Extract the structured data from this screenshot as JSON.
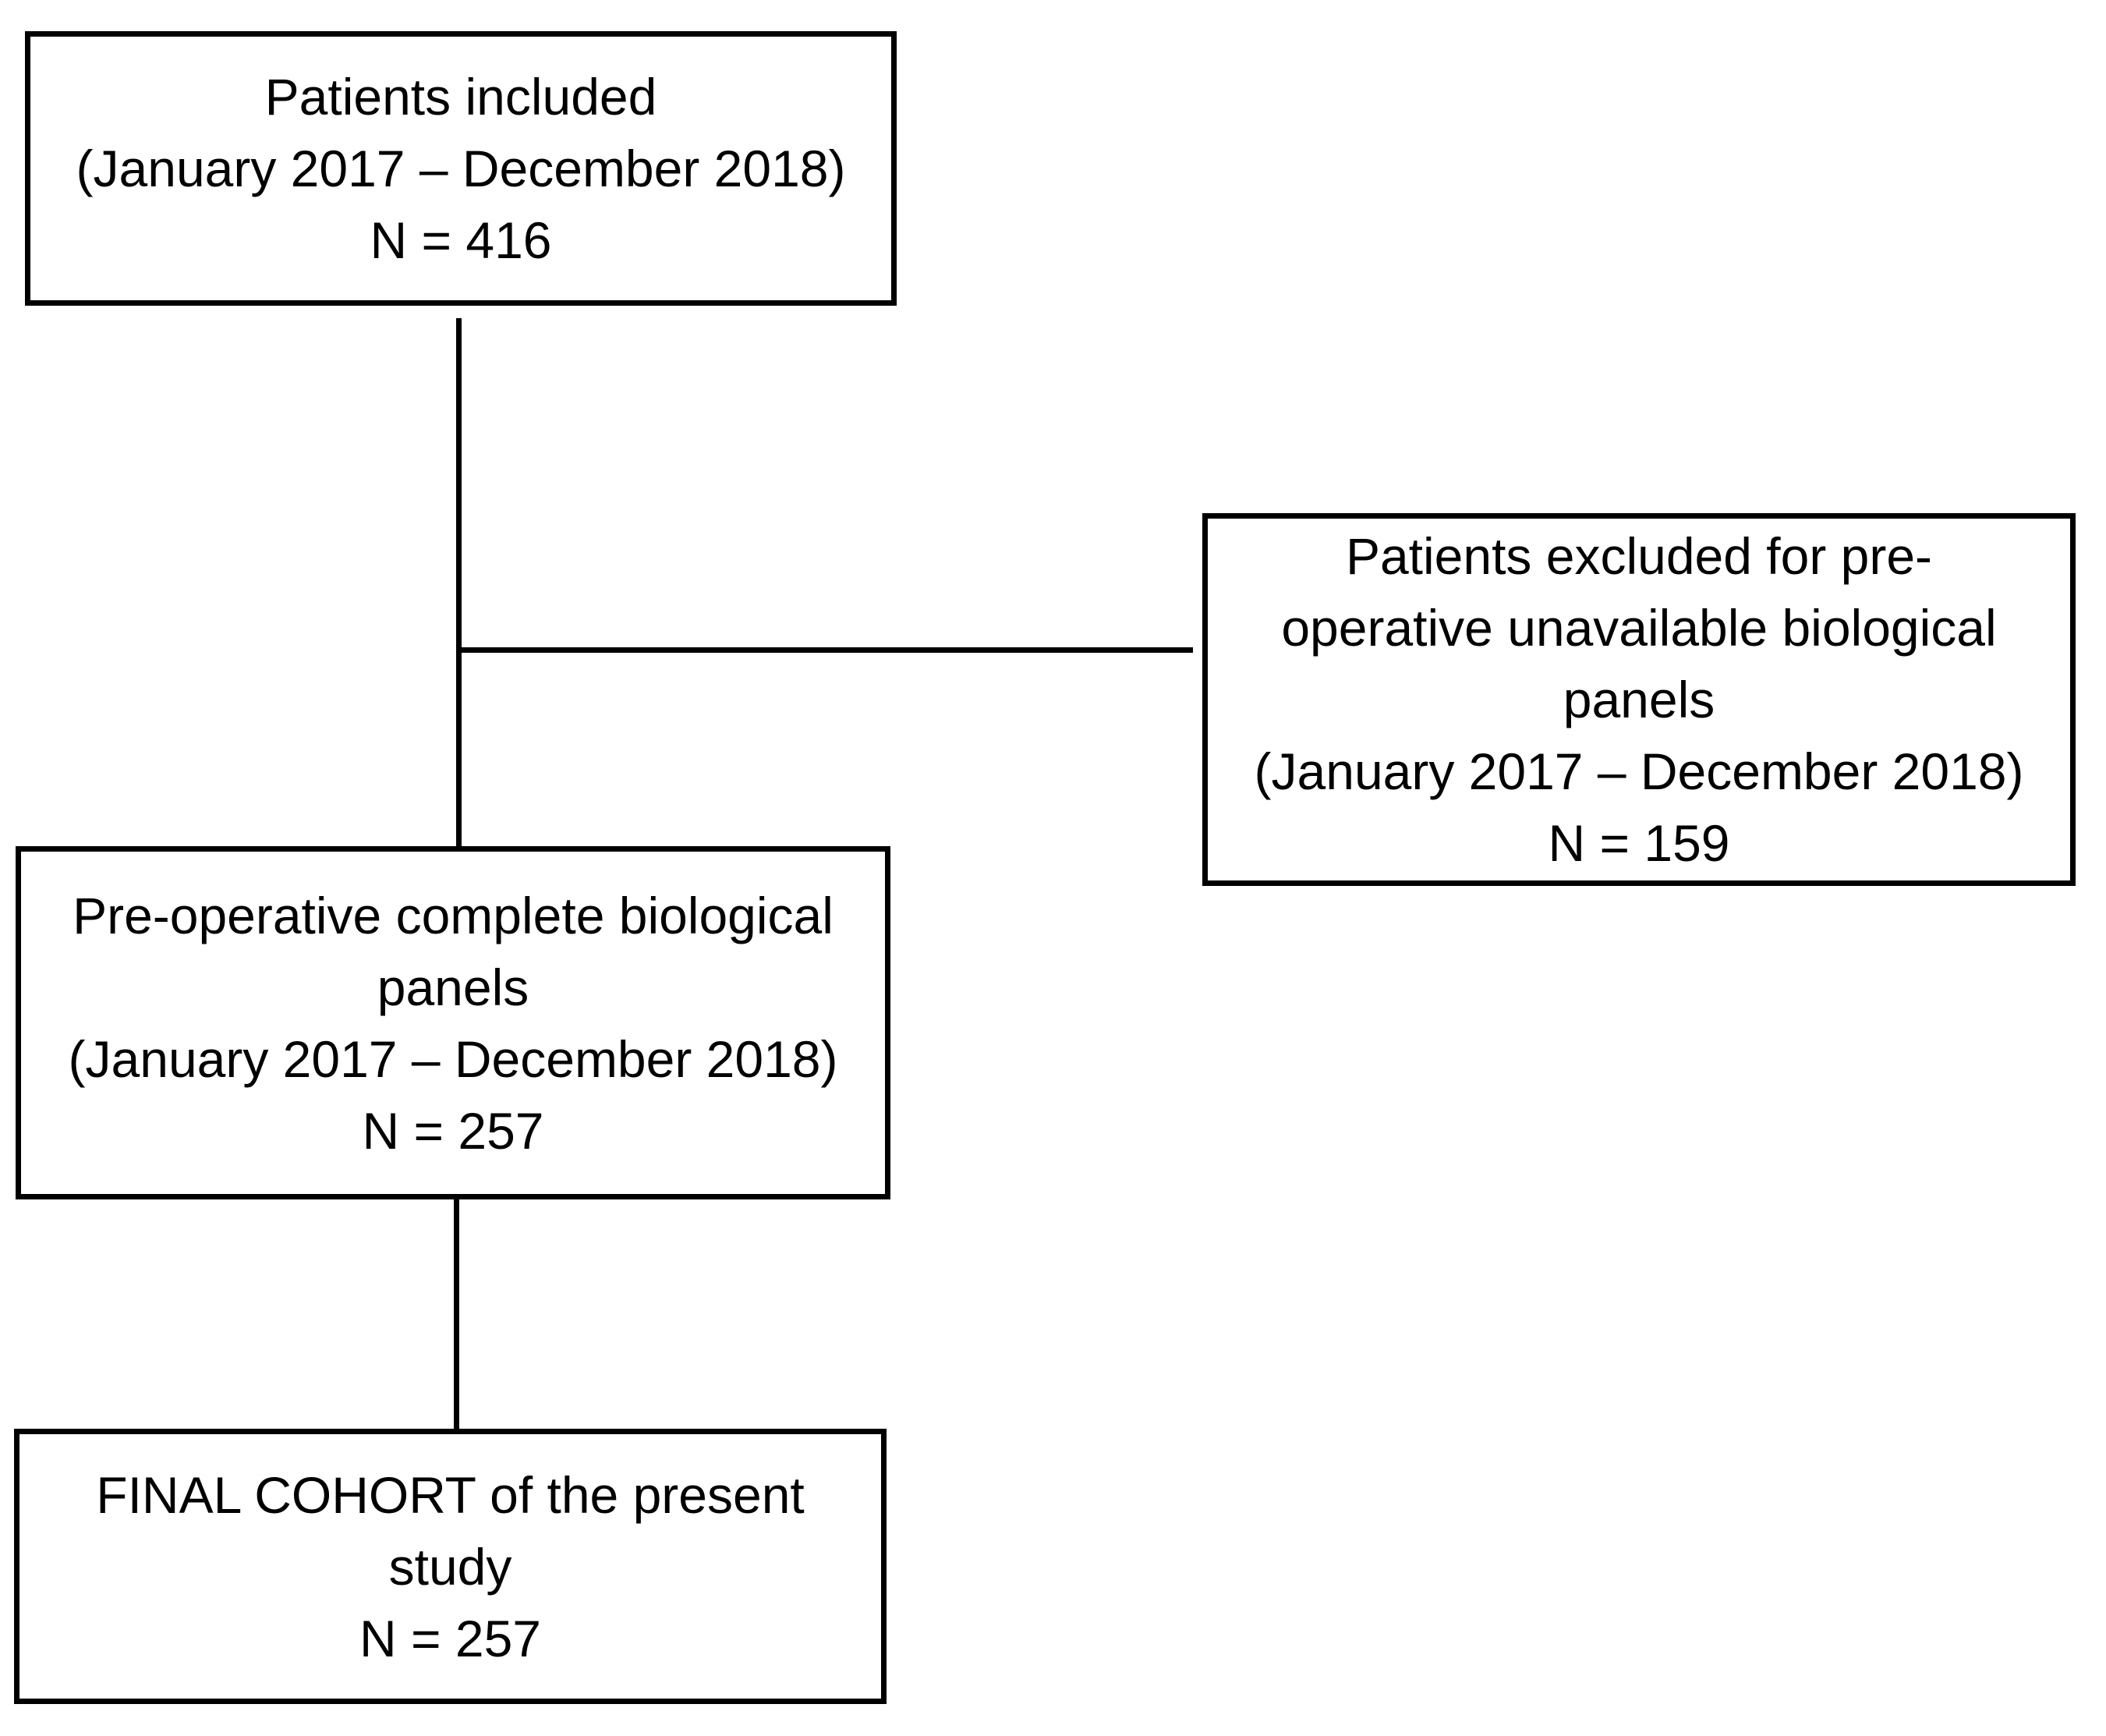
{
  "diagram": {
    "type": "patient-flow-chart",
    "colors": {
      "background": "#ffffff",
      "box_fill": "#ffffff",
      "box_border": "#000000",
      "text": "#000000",
      "connector": "#000000"
    },
    "counts": {
      "included": 416,
      "excluded": 159,
      "complete_panels": 257,
      "final_cohort": 257
    },
    "boxes": {
      "included": {
        "lines": [
          "Patients included",
          "(January 2017 – December 2018)",
          "N = 416"
        ]
      },
      "excluded": {
        "lines": [
          "Patients excluded for pre-",
          "operative unavailable biological",
          "panels",
          "(January 2017 – December 2018)",
          "N = 159"
        ]
      },
      "complete": {
        "lines": [
          "Pre-operative complete biological",
          "panels",
          "(January 2017 – December 2018)",
          "N = 257"
        ]
      },
      "final": {
        "lines": [
          "FINAL COHORT of the present",
          "study",
          "N = 257"
        ]
      }
    }
  }
}
